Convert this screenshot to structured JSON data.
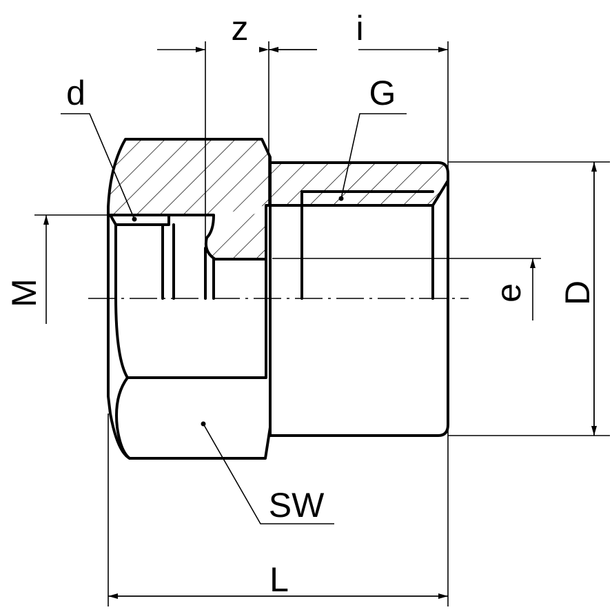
{
  "drawing": {
    "title": "Reducing fitting drawing with dimensions",
    "labels": {
      "z": "z",
      "i": "i",
      "d": "d",
      "G": "G",
      "M": "M",
      "e": "e",
      "D": "D",
      "SW": "SW",
      "L": "L"
    },
    "colors": {
      "line": "#000000",
      "background": "#ffffff"
    }
  }
}
